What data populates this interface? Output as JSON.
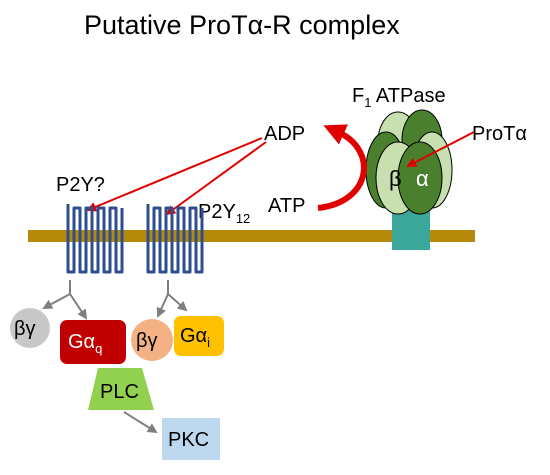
{
  "title": "Putative ProTα-R complex",
  "labels": {
    "atpase_main": "F",
    "atpase_sub": "1",
    "atpase_rest": " ATPase",
    "adp": "ADP",
    "atp": "ATP",
    "protα": "ProTα",
    "beta": "β",
    "alpha": "α",
    "p2y_unknown": "P2Y?",
    "p2y12_main": "P2Y",
    "p2y12_sub": "12",
    "bg_left": "βγ",
    "gaq_main": "Gα",
    "gaq_sub": "q",
    "bg_right": "βγ",
    "gai_main": "Gα",
    "gai_sub": "i",
    "plc": "PLC",
    "pkc": "PKC"
  },
  "colors": {
    "membrane": "#b58a0a",
    "receptor": "#2e4f8f",
    "arrow_red": "#e00000",
    "arrow_gray": "#7f7f7f",
    "atpase_dark": "#4a7f2e",
    "atpase_light": "#c8e0b0",
    "stalk": "#3aa79a",
    "bg_left": "#c8c8c8",
    "gaq": "#c00000",
    "bg_right": "#f4b183",
    "gai": "#ffc000",
    "plc": "#92d050",
    "pkc": "#bdd7ee"
  },
  "icons": {
    "receptor": "seven-transmembrane-receptor-icon",
    "atpase": "f1-atpase-complex-icon"
  }
}
